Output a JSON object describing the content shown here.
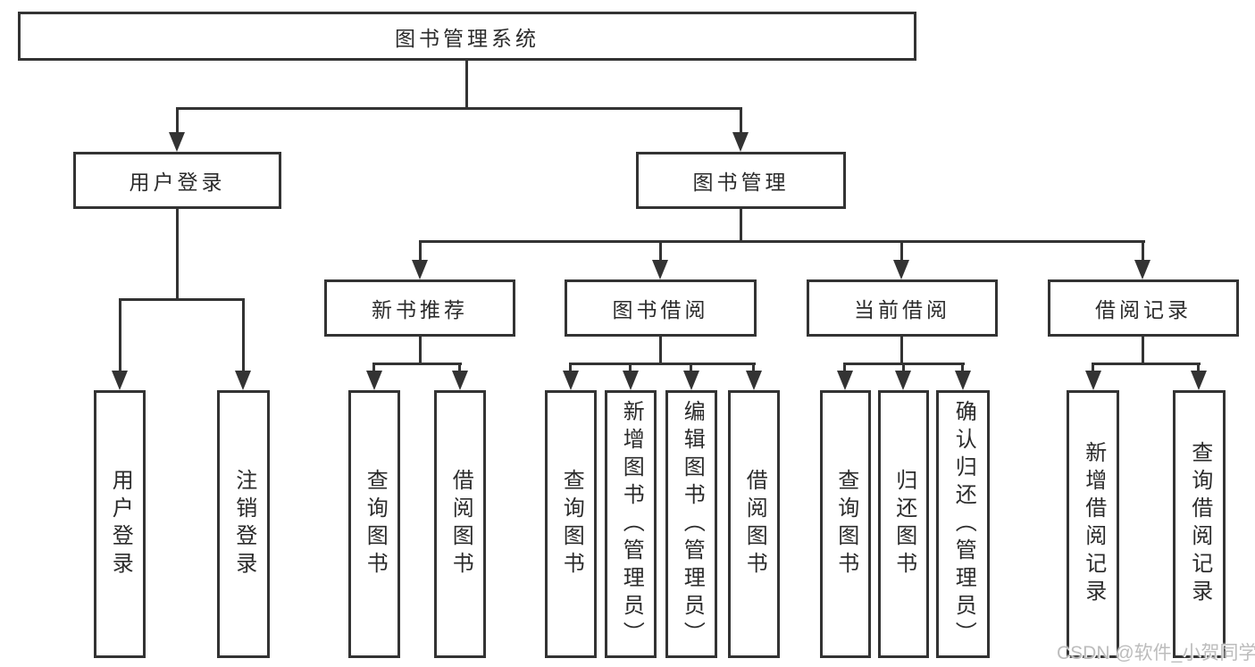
{
  "tree": {
    "label": "图书管理系统",
    "children": [
      {
        "label": "用户登录",
        "children": [
          {
            "label": "用户登录"
          },
          {
            "label": "注销登录"
          }
        ]
      },
      {
        "label": "图书管理",
        "children": [
          {
            "label": "新书推荐",
            "children": [
              {
                "label": "查询图书"
              },
              {
                "label": "借阅图书"
              }
            ]
          },
          {
            "label": "图书借阅",
            "children": [
              {
                "label": "查询图书"
              },
              {
                "label": "新增图书（管理员）"
              },
              {
                "label": "编辑图书（管理员）"
              },
              {
                "label": "借阅图书"
              }
            ]
          },
          {
            "label": "当前借阅",
            "children": [
              {
                "label": "查询图书"
              },
              {
                "label": "归还图书"
              },
              {
                "label": "确认归还（管理员）"
              }
            ]
          },
          {
            "label": "借阅记录",
            "children": [
              {
                "label": "新增借阅记录"
              },
              {
                "label": "查询借阅记录"
              }
            ]
          }
        ]
      }
    ]
  },
  "watermark": {
    "text": "CSDN @软件_小贺同学"
  },
  "colors": {
    "line": "#333333",
    "box_border": "#333333",
    "text": "#2b2b2b",
    "watermark": "#bcbcbc",
    "background": "#ffffff"
  }
}
